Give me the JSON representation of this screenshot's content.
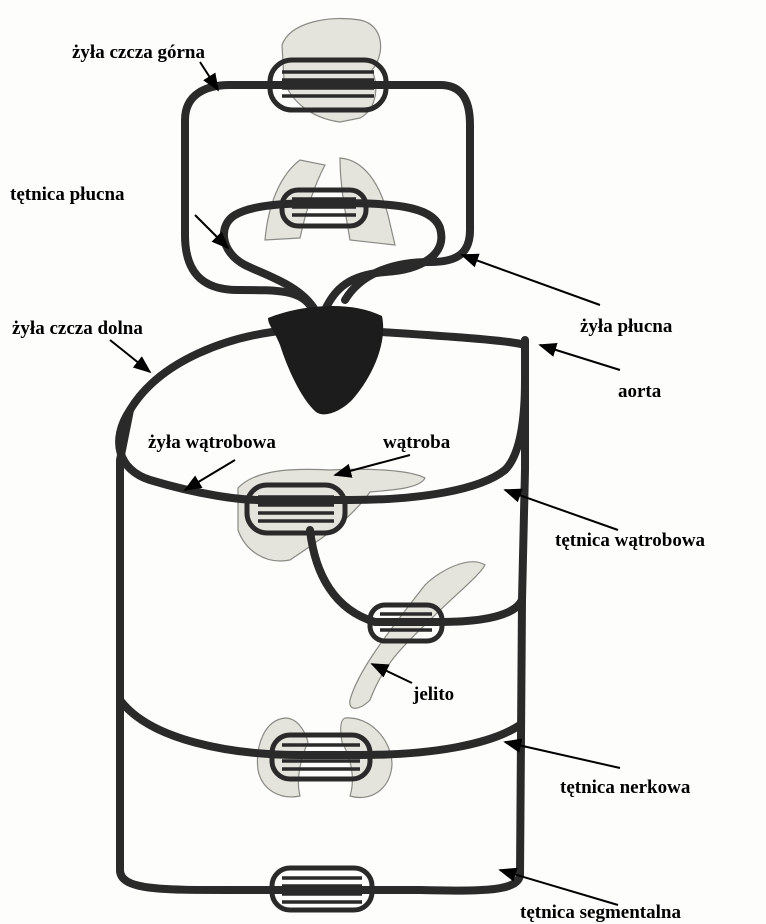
{
  "labels": {
    "vena_cava_superior": "żyła czcza górna",
    "pulmonary_artery": "tętnica płucna",
    "vena_cava_inferior": "żyła czcza dolna",
    "pulmonary_vein": "żyła płucna",
    "aorta": "aorta",
    "hepatic_vein": "żyła wątrobowa",
    "liver": "wątroba",
    "hepatic_artery": "tętnica wątrobowa",
    "intestine": "jelito",
    "renal_artery": "tętnica nerkowa",
    "segmental_artery": "tętnica segmentalna"
  },
  "colors": {
    "vessel": "#2a2a2a",
    "heart": "#1c1c1c",
    "organ_fill": "#e4e3dc"
  }
}
